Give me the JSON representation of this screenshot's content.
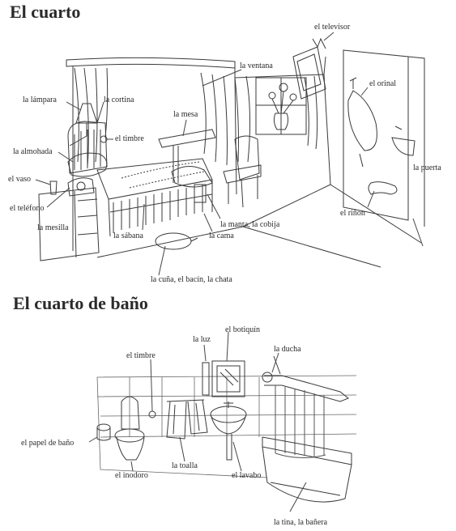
{
  "titles": {
    "room": "El cuarto",
    "bathroom": "El cuarto de baño"
  },
  "room_labels": {
    "tv": "el televisor",
    "window": "la ventana",
    "lamp": "la lámpara",
    "curtain": "la cortina",
    "urinal": "el orinal",
    "table": "la mesa",
    "bell": "el timbre",
    "pillow": "la almohada",
    "door": "la puerta",
    "glass": "el vaso",
    "phone": "el teléfono",
    "nightstand": "la mesilla",
    "blanket": "la manta, la cobija",
    "kidney_basin": "el riñon",
    "sheet": "la sábana",
    "bed": "la cama",
    "bedpan": "la cuña, el bacín, la chata"
  },
  "bath_labels": {
    "light": "la luz",
    "cabinet": "el botiquín",
    "bell": "el timbre",
    "shower": "la ducha",
    "toilet_paper": "el papel de baño",
    "toilet": "el inodoro",
    "towel": "la toalla",
    "sink": "el lavabo",
    "tub": "la tina, la bañera"
  }
}
